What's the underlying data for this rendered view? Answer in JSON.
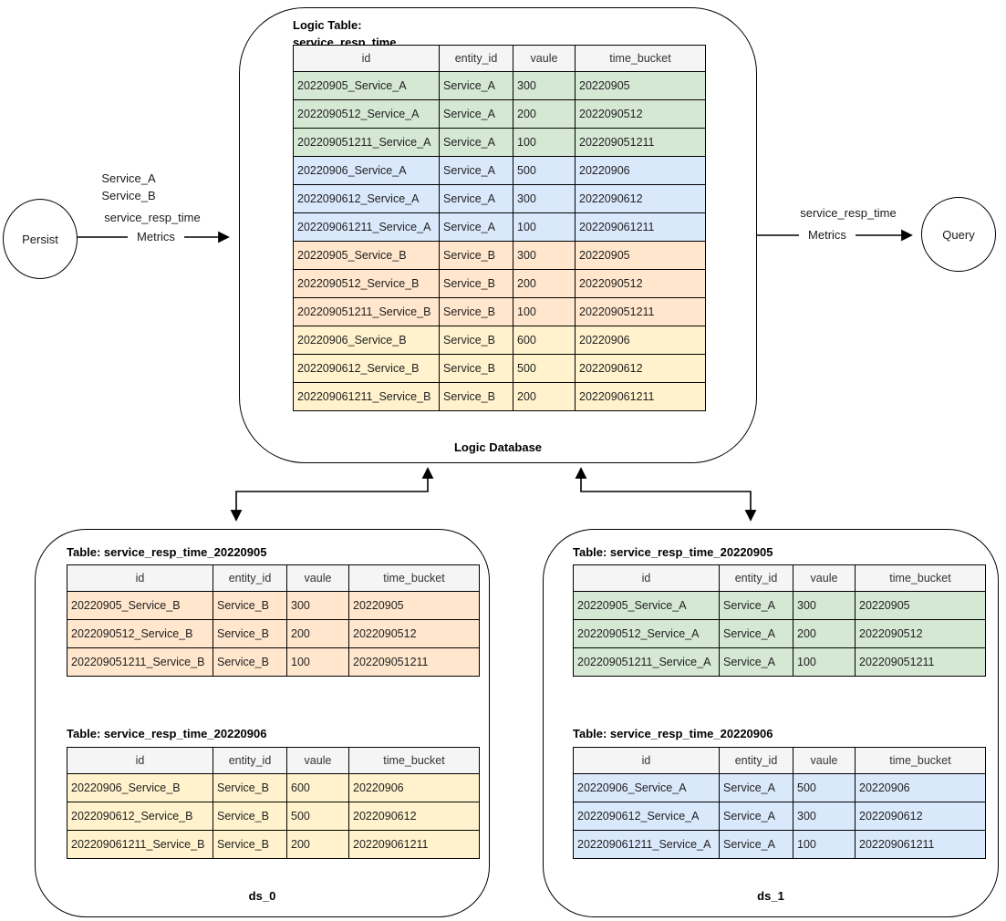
{
  "colors": {
    "green": "#d5e8d4",
    "blue": "#dae8fc",
    "orange": "#ffe6cc",
    "yellow": "#fff2cc",
    "header_bg": "#f5f5f5",
    "line": "#000000"
  },
  "left_flow": {
    "node": "Persist",
    "services_line1": "Service_A",
    "services_line2": "Service_B",
    "metric": "service_resp_time",
    "edge_label": "Metrics"
  },
  "right_flow": {
    "node": "Query",
    "metric": "service_resp_time",
    "edge_label": "Metrics"
  },
  "logic_db": {
    "title_line1": "Logic Table:",
    "title_line2": "service_resp_time",
    "caption": "Logic Database",
    "table": {
      "columns": [
        "id",
        "entity_id",
        "vaule",
        "time_bucket"
      ],
      "rows": [
        [
          "20220905_Service_A",
          "Service_A",
          "300",
          "20220905"
        ],
        [
          "2022090512_Service_A",
          "Service_A",
          "200",
          "2022090512"
        ],
        [
          "202209051211_Service_A",
          "Service_A",
          "100",
          "202209051211"
        ],
        [
          "20220906_Service_A",
          "Service_A",
          "500",
          "20220906"
        ],
        [
          "2022090612_Service_A",
          "Service_A",
          "300",
          "2022090612"
        ],
        [
          "202209061211_Service_A",
          "Service_A",
          "100",
          "202209061211"
        ],
        [
          "20220905_Service_B",
          "Service_B",
          "300",
          "20220905"
        ],
        [
          "2022090512_Service_B",
          "Service_B",
          "200",
          "2022090512"
        ],
        [
          "202209051211_Service_B",
          "Service_B",
          "100",
          "202209051211"
        ],
        [
          "20220906_Service_B",
          "Service_B",
          "600",
          "20220906"
        ],
        [
          "2022090612_Service_B",
          "Service_B",
          "500",
          "2022090612"
        ],
        [
          "202209061211_Service_B",
          "Service_B",
          "200",
          "202209061211"
        ]
      ],
      "row_colors": [
        "green",
        "green",
        "green",
        "blue",
        "blue",
        "blue",
        "orange",
        "orange",
        "orange",
        "yellow",
        "yellow",
        "yellow"
      ]
    }
  },
  "ds_0": {
    "caption": "ds_0",
    "tables": [
      {
        "title": "Table: service_resp_time_20220905",
        "columns": [
          "id",
          "entity_id",
          "vaule",
          "time_bucket"
        ],
        "rows": [
          [
            "20220905_Service_B",
            "Service_B",
            "300",
            "20220905"
          ],
          [
            "2022090512_Service_B",
            "Service_B",
            "200",
            "2022090512"
          ],
          [
            "202209051211_Service_B",
            "Service_B",
            "100",
            "202209051211"
          ]
        ],
        "row_colors": [
          "orange",
          "orange",
          "orange"
        ]
      },
      {
        "title": "Table: service_resp_time_20220906",
        "columns": [
          "id",
          "entity_id",
          "vaule",
          "time_bucket"
        ],
        "rows": [
          [
            "20220906_Service_B",
            "Service_B",
            "600",
            "20220906"
          ],
          [
            "2022090612_Service_B",
            "Service_B",
            "500",
            "2022090612"
          ],
          [
            "202209061211_Service_B",
            "Service_B",
            "200",
            "202209061211"
          ]
        ],
        "row_colors": [
          "yellow",
          "yellow",
          "yellow"
        ]
      }
    ]
  },
  "ds_1": {
    "caption": "ds_1",
    "tables": [
      {
        "title": "Table: service_resp_time_20220905",
        "columns": [
          "id",
          "entity_id",
          "vaule",
          "time_bucket"
        ],
        "rows": [
          [
            "20220905_Service_A",
            "Service_A",
            "300",
            "20220905"
          ],
          [
            "2022090512_Service_A",
            "Service_A",
            "200",
            "2022090512"
          ],
          [
            "202209051211_Service_A",
            "Service_A",
            "100",
            "202209051211"
          ]
        ],
        "row_colors": [
          "green",
          "green",
          "green"
        ]
      },
      {
        "title": "Table: service_resp_time_20220906",
        "columns": [
          "id",
          "entity_id",
          "vaule",
          "time_bucket"
        ],
        "rows": [
          [
            "20220906_Service_A",
            "Service_A",
            "500",
            "20220906"
          ],
          [
            "2022090612_Service_A",
            "Service_A",
            "300",
            "2022090612"
          ],
          [
            "202209061211_Service_A",
            "Service_A",
            "100",
            "202209061211"
          ]
        ],
        "row_colors": [
          "blue",
          "blue",
          "blue"
        ]
      }
    ]
  }
}
